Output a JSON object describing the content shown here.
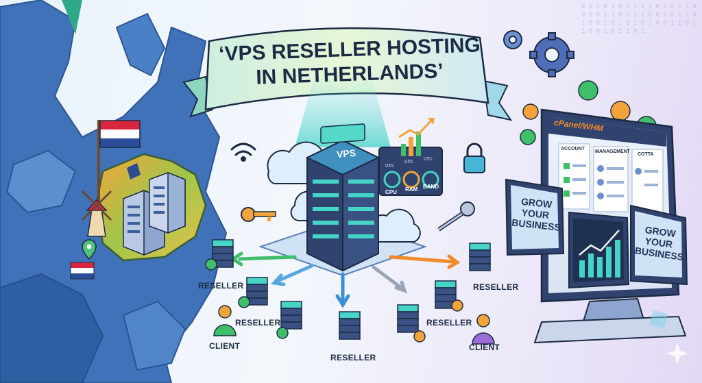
{
  "banner": {
    "line1": "‘VPS RESELLER HOSTING",
    "line2": "IN NETHERLANDS’"
  },
  "server": {
    "label": "VPS"
  },
  "dashboard": {
    "title": "cPanel/WHM",
    "col1": "ACCOUNT",
    "col2": "MANAGEMENT",
    "col3": "COTTA",
    "stats": [
      "CPU",
      "RAM",
      "BAND"
    ],
    "stat_small": [
      "U5%",
      "U5%",
      "U5%"
    ]
  },
  "grow": {
    "text1": "GROW YOUR BUSINESS",
    "text2": "GROW YOUR BUSINESS"
  },
  "nodes": {
    "reseller_left": "RESELLER",
    "reseller_mid_left": "RESELLER",
    "reseller_bottom": "RESELLER",
    "reseller_mid_right": "RESELLER",
    "reseller_right": "RESELLER",
    "client_left": "CLIENT",
    "client_right": "CLIENT"
  },
  "colors": {
    "map_blue": "#3b6fb5",
    "netherlands_orange": "#f08a2a",
    "teal": "#35c6b7",
    "navy": "#25355a",
    "green_coin": "#3fbf6a"
  },
  "binary_text": "0 1 1 0 1 0 0 1 1 1 0 1 0 1 1 0 0 1 0 1 1 0 1 1 1 0 0 1 0 1 1 0 1 0 0 1 0 1 1 1 0 1 0 0 1 1 0 1 1 0 0 1 0 1 1 0 1"
}
